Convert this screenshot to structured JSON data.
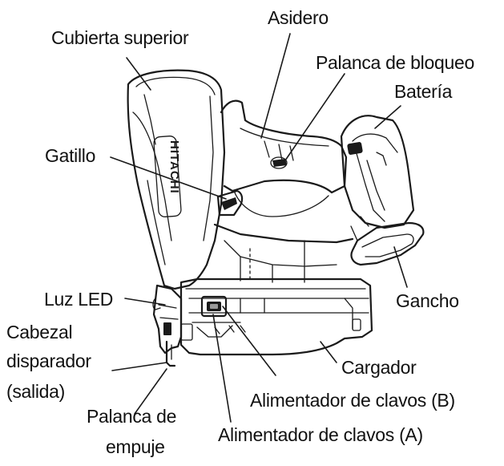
{
  "diagram": {
    "brand_mark": "HITACHI",
    "labels": {
      "top_cover": "Cubierta superior",
      "handle": "Asidero",
      "lock_lever": "Palanca de bloqueo",
      "battery": "Batería",
      "trigger": "Gatillo",
      "led_light": "Luz LED",
      "hook": "Gancho",
      "firing_head_line1": "Cabezal",
      "firing_head_line2": "disparador",
      "firing_head_line3": "(salida)",
      "magazine": "Cargador",
      "nail_feeder_b": "Alimentador de clavos (B)",
      "push_lever_line1": "Palanca de",
      "push_lever_line2": "empuje",
      "nail_feeder_a": "Alimentador de clavos (A)"
    }
  }
}
